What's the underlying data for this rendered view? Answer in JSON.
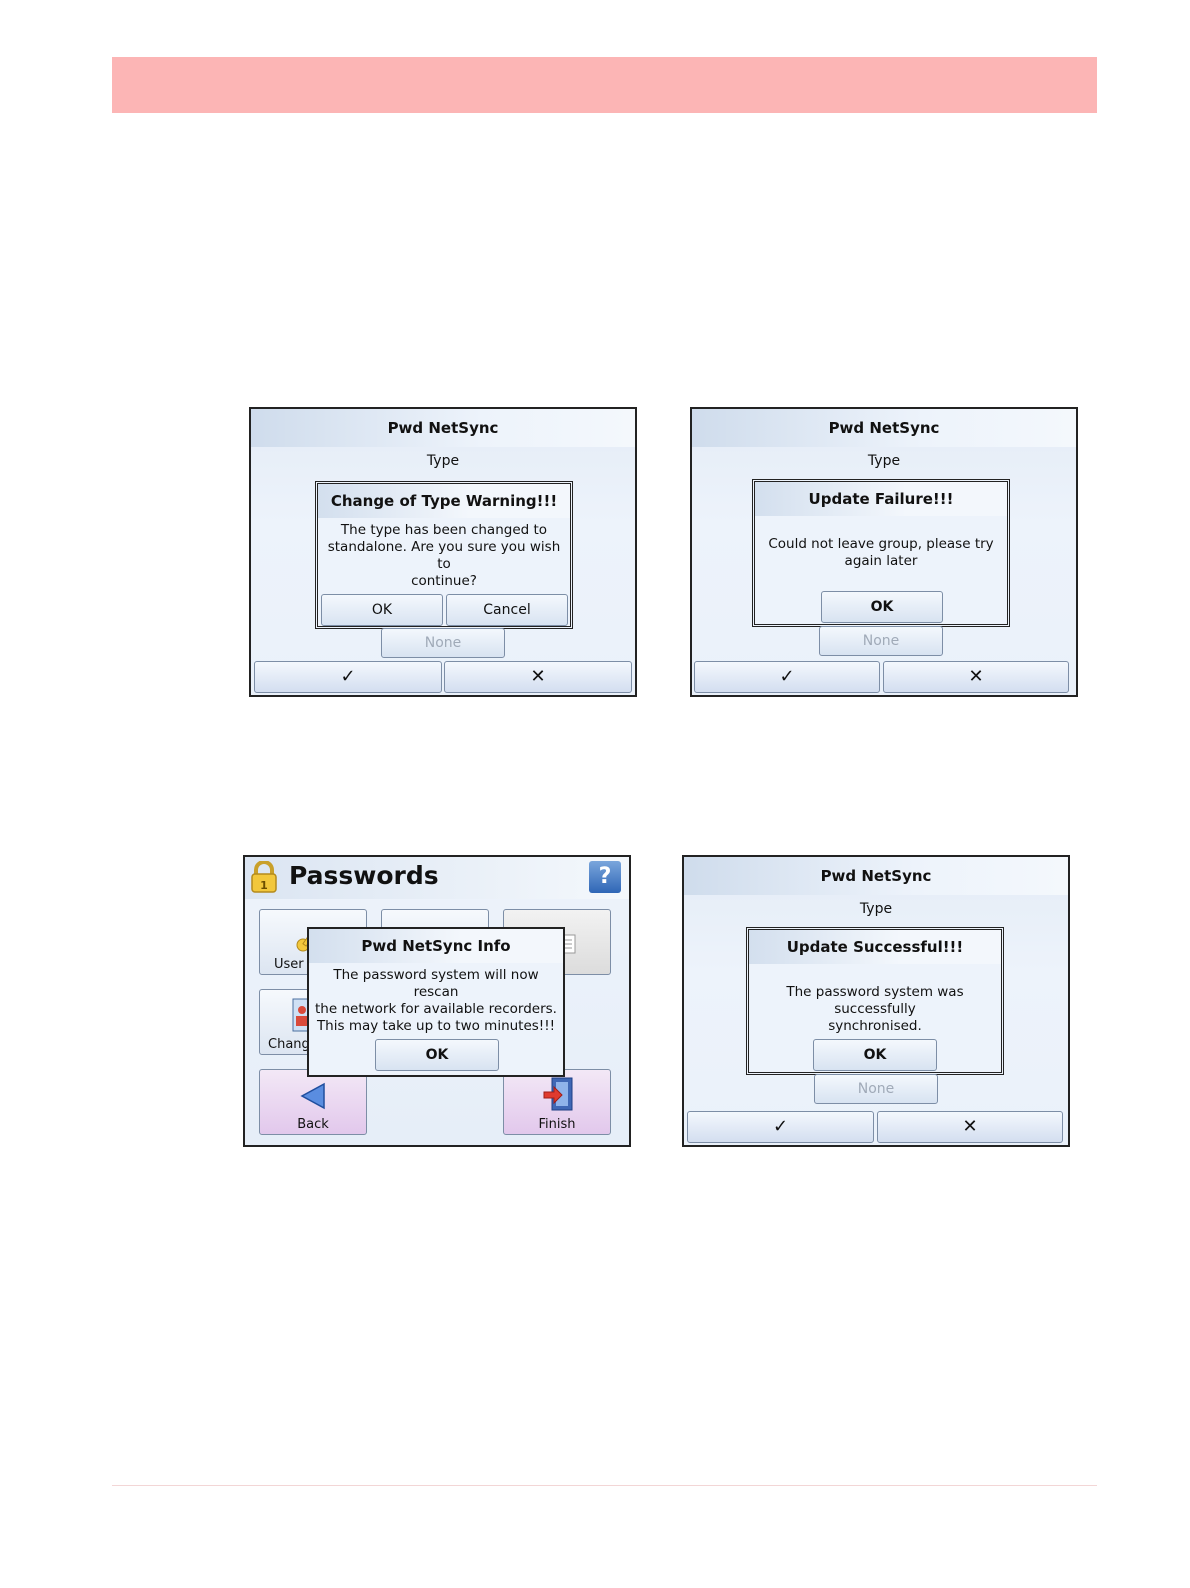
{
  "screens": {
    "change_type": {
      "title": "Pwd NetSync",
      "type_label": "Type",
      "dialog_title": "Change of Type Warning!!!",
      "message_lines": [
        "The type has been changed to",
        "standalone. Are you sure you wish to",
        "continue?"
      ],
      "ok_label": "OK",
      "cancel_label": "Cancel",
      "none_label": "None",
      "confirm_glyph": "✓",
      "cancel_glyph": "✕"
    },
    "update_failure": {
      "title": "Pwd NetSync",
      "type_label": "Type",
      "dialog_title": "Update Failure!!!",
      "message_lines": [
        "Could not leave group, please try",
        "again later"
      ],
      "ok_label": "OK",
      "none_label": "None",
      "confirm_glyph": "✓",
      "cancel_glyph": "✕"
    },
    "passwords": {
      "title": "Passwords",
      "help_glyph": "?",
      "tile_user_label": "User",
      "tile_change_label": "Chang",
      "back_label": "Back",
      "finish_label": "Finish",
      "dialog_title": "Pwd NetSync Info",
      "message_lines": [
        "The password system will now rescan",
        "the network for available recorders.",
        "This may take up to two minutes!!!"
      ],
      "ok_label": "OK"
    },
    "update_success": {
      "title": "Pwd NetSync",
      "type_label": "Type",
      "dialog_title": "Update Successful!!!",
      "message_lines": [
        "The password system was successfully",
        "synchronised."
      ],
      "ok_label": "OK",
      "none_label": "None",
      "confirm_glyph": "✓",
      "cancel_glyph": "✕"
    }
  }
}
